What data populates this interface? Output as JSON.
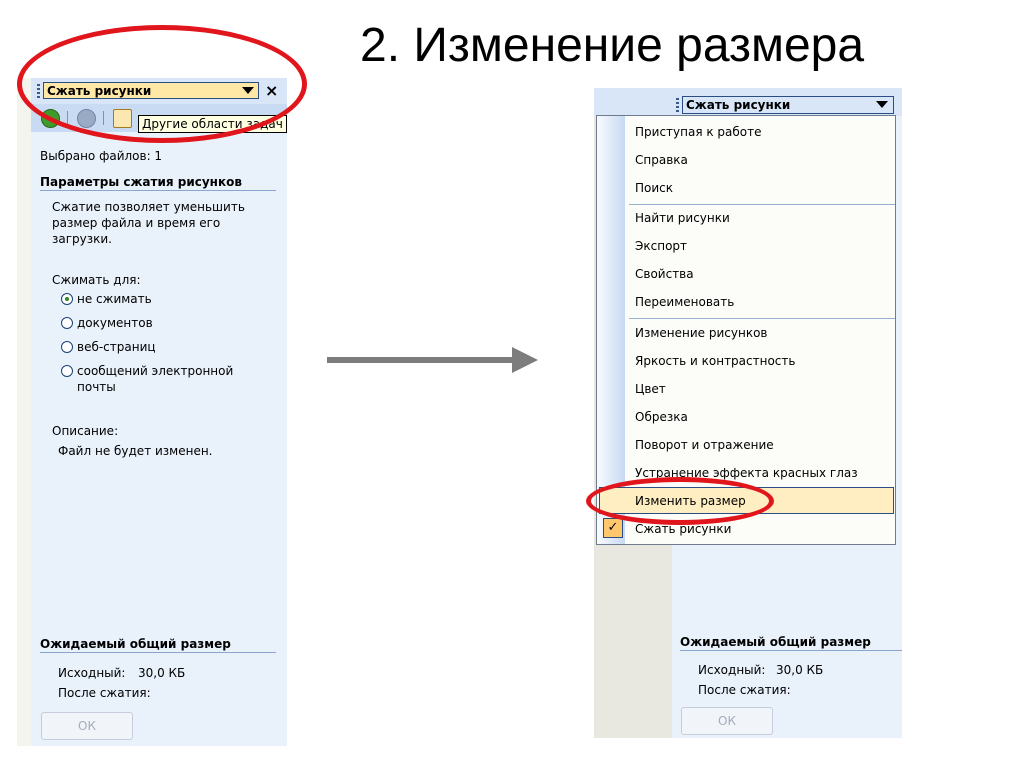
{
  "slide_title": "2. Изменение размера",
  "left_pane": {
    "dropdown_label": "Сжать рисунки",
    "close_symbol": "×",
    "tooltip": "Другие области задач",
    "files_selected": "Выбрано файлов: 1",
    "section_title": "Параметры сжатия рисунков",
    "description_lines": [
      "Сжатие позволяет уменьшить",
      "размер файла и время его",
      "загрузки."
    ],
    "compress_for_label": "Сжимать для:",
    "options": [
      "не сжимать",
      "документов",
      "веб-страниц",
      "сообщений электронной",
      "почты"
    ],
    "selected_option": "не сжимать",
    "description_label": "Описание:",
    "description_text": "Файл не будет изменен.",
    "expected_size_title": "Ожидаемый общий размер",
    "original_label": "Исходный:",
    "original_value": "30,0 КБ",
    "after_label": "После сжатия:",
    "ok_label": "ОК"
  },
  "right_pane": {
    "dropdown_label": "Сжать рисунки",
    "menu_group_1": [
      "Приступая к работе",
      "Справка",
      "Поиск"
    ],
    "menu_group_2": [
      "Найти рисунки",
      "Экспорт",
      "Свойства",
      "Переименовать"
    ],
    "menu_group_3": [
      "Изменение рисунков",
      "Яркость и контрастность",
      "Цвет",
      "Обрезка",
      "Поворот и отражение",
      "Устранение эффекта красных глаз"
    ],
    "menu_highlighted": "Изменить размер",
    "menu_checked": "Сжать рисунки",
    "check_symbol": "✓",
    "expected_size_title": "Ожидаемый общий размер",
    "original_label": "Исходный:",
    "original_value": "30,0 КБ",
    "after_label": "После сжатия:",
    "ok_label": "ОК"
  },
  "colors": {
    "highlight_ellipse": "#e0161c",
    "pane_background": "#e9f1fb",
    "menu_highlight": "#ffeec2",
    "arrow": "#7d7d7d"
  }
}
